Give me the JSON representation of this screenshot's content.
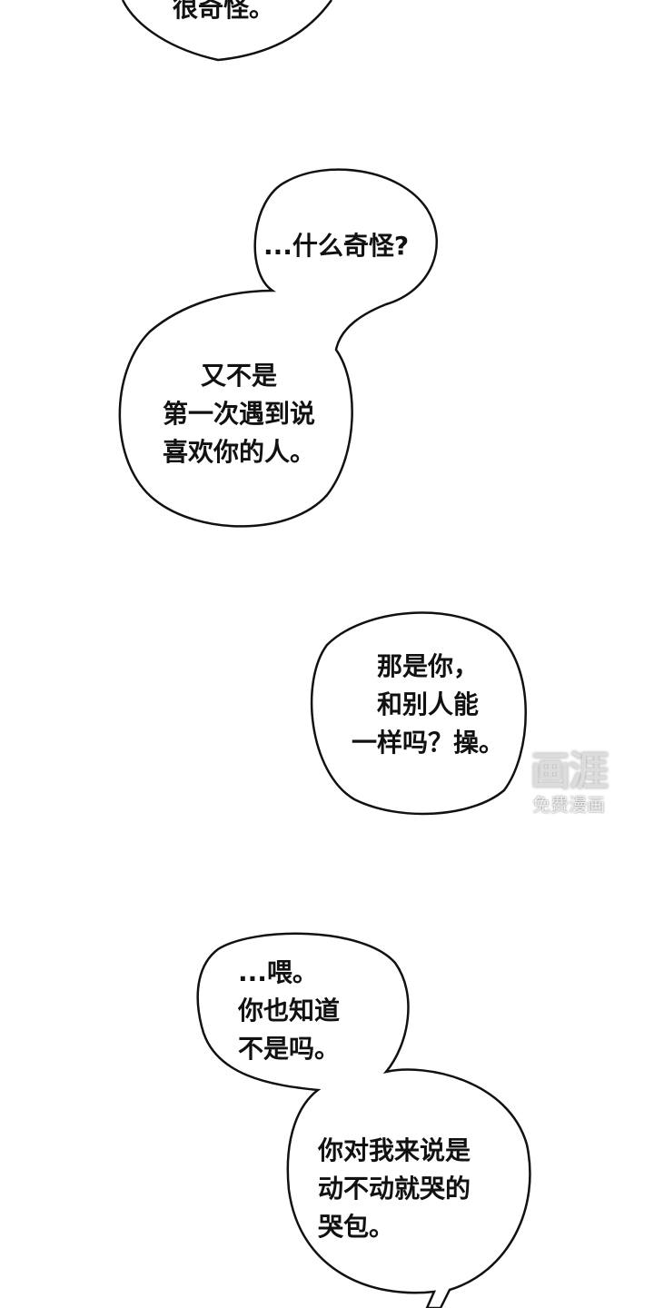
{
  "bubbles": [
    {
      "lines": [
        "很奇怪。"
      ]
    },
    {
      "lines": [
        "...什么奇怪?"
      ]
    },
    {
      "lines": [
        "又不是",
        "第一次遇到说",
        "喜欢你的人。"
      ]
    },
    {
      "lines": [
        "那是你，",
        "和别人能",
        "一样吗？操。"
      ]
    },
    {
      "lines": [
        "...喂。",
        "你也知道",
        "不是吗。"
      ]
    },
    {
      "lines": [
        "你对我来说是",
        "动不动就哭的",
        "哭包。"
      ]
    }
  ],
  "watermark": {
    "logo": "画涯",
    "subtitle": "免费漫画"
  },
  "colors": {
    "ink": "#111111",
    "paper": "#ffffff"
  }
}
